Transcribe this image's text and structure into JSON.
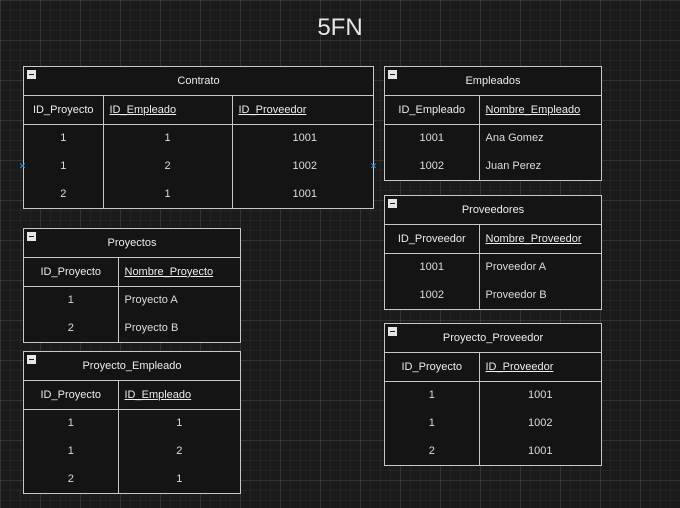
{
  "title": "5FN",
  "tables": {
    "contrato": {
      "name": "Contrato",
      "headers": [
        "ID_Proyecto",
        "ID_Empleado",
        "ID_Proveedor"
      ],
      "rows": [
        [
          "1",
          "1",
          "1001"
        ],
        [
          "1",
          "2",
          "1002"
        ],
        [
          "2",
          "1",
          "1001"
        ]
      ]
    },
    "empleados": {
      "name": "Empleados",
      "headers": [
        "ID_Empleado",
        "Nombre_Empleado"
      ],
      "rows": [
        [
          "1001",
          "Ana Gomez"
        ],
        [
          "1002",
          "Juan Perez"
        ]
      ]
    },
    "proveedores": {
      "name": "Proveedores",
      "headers": [
        "ID_Proveedor",
        "Nombre_Proveedor"
      ],
      "rows": [
        [
          "1001",
          "Proveedor A"
        ],
        [
          "1002",
          "Proveedor B"
        ]
      ]
    },
    "proyectos": {
      "name": "Proyectos",
      "headers": [
        "ID_Proyecto",
        "Nombre_Proyecto"
      ],
      "rows": [
        [
          "1",
          "Proyecto A"
        ],
        [
          "2",
          "Proyecto B"
        ]
      ]
    },
    "proyecto_empleado": {
      "name": "Proyecto_Empleado",
      "headers": [
        "ID_Proyecto",
        "ID_Empleado"
      ],
      "rows": [
        [
          "1",
          "1"
        ],
        [
          "1",
          "2"
        ],
        [
          "2",
          "1"
        ]
      ]
    },
    "proyecto_proveedor": {
      "name": "Proyecto_Proveedor",
      "headers": [
        "ID_Proyecto",
        "ID_Proveedor"
      ],
      "rows": [
        [
          "1",
          "1001"
        ],
        [
          "1",
          "1002"
        ],
        [
          "2",
          "1001"
        ]
      ]
    }
  },
  "icons": {
    "collapse": "minus-box-icon",
    "handle": "selection-handle-icon"
  },
  "colors": {
    "background": "#1b1b1b",
    "border": "#c8c8c8",
    "handle": "#3b8fd6"
  }
}
